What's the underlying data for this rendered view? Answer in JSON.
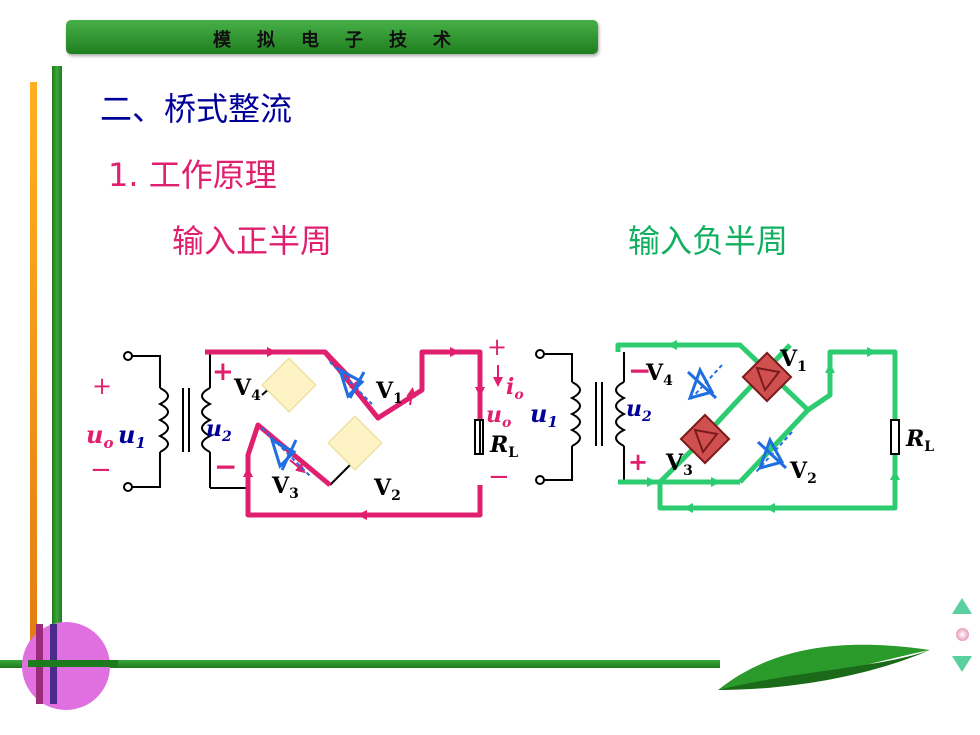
{
  "header": {
    "banner_text": "模拟电子技术"
  },
  "content": {
    "heading": "二、桥式整流",
    "subheading": "1. 工作原理",
    "positive_label": "输入正半周",
    "negative_label": "输入负半周"
  },
  "left_circuit": {
    "plus_in": "+",
    "minus_in": "−",
    "u_in": "u",
    "u_in_sub": "o",
    "u1": "u",
    "u1_sub": "1",
    "u2": "u",
    "u2_sub": "2",
    "sec_plus": "+",
    "sec_minus": "−",
    "v4": "V",
    "v4_sub": "4",
    "v1": "V",
    "v1_sub": "1",
    "v3": "V",
    "v3_sub": "3",
    "v2": "V",
    "v2_sub": "2",
    "io": "i",
    "io_sub": "o",
    "uo": "u",
    "uo_sub": "o",
    "out_plus": "+",
    "out_minus": "−",
    "rl": "R",
    "rl_sub": "L"
  },
  "right_circuit": {
    "u1": "u",
    "u1_sub": "1",
    "u2": "u",
    "u2_sub": "2",
    "sec_minus": "−",
    "sec_plus": "+",
    "v4": "V",
    "v4_sub": "4",
    "v1": "V",
    "v1_sub": "1",
    "v3": "V",
    "v3_sub": "3",
    "v2": "V",
    "v2_sub": "2",
    "rl": "R",
    "rl_sub": "L"
  },
  "colors": {
    "banner": "#2e8b2e",
    "heading": "#000099",
    "magenta": "#e0206f",
    "green_path": "#2ecc71",
    "diode_blue": "#1f6fe0",
    "diode_off": "#a03030"
  }
}
